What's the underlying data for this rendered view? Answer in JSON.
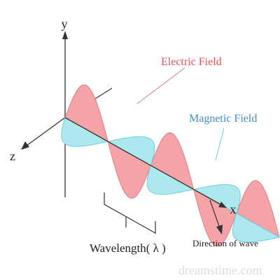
{
  "axes": {
    "x": "x",
    "y": "y",
    "z": "z"
  },
  "labels": {
    "electric": "Electric Field",
    "magnetic": "Magnetic Field",
    "wavelength": "Wavelength( λ )",
    "direction": "Direction of wave"
  },
  "watermark": "dreamstime.com",
  "colors": {
    "electric_fill": "#f4a3a6",
    "electric_stroke": "#e07e84",
    "electric_text": "#e0555c",
    "magnetic_fill": "#aee8ef",
    "magnetic_stroke": "#6ccfdc",
    "magnetic_text": "#3b8fd0",
    "overlap_fill": "#8fb5c7",
    "axis": "#333333"
  }
}
